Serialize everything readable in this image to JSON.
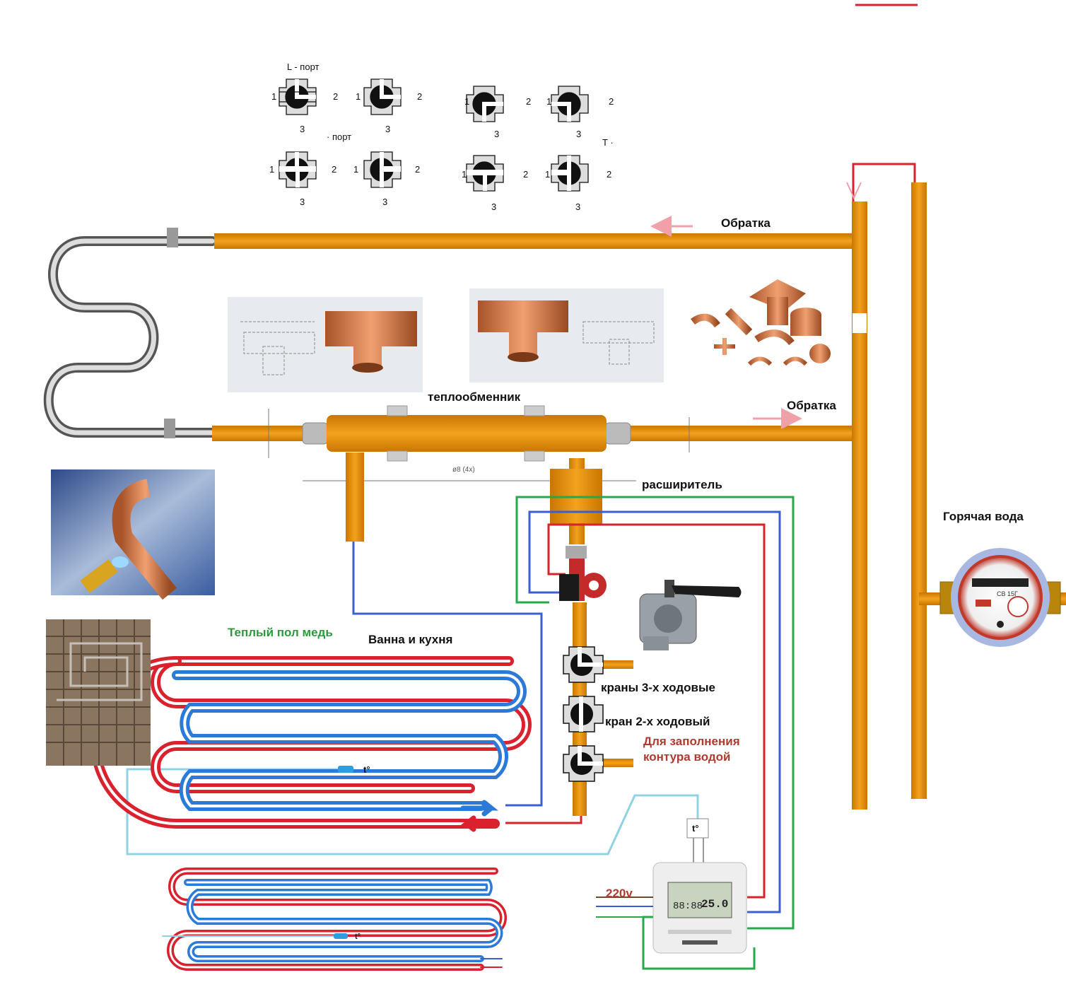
{
  "labels": {
    "l_port": "L - порт",
    "port": "· порт",
    "t_port": "T ·",
    "return_top": "Обратка",
    "return_mid": "Обратка",
    "heat_exchanger": "теплообменник",
    "expander": "расширитель",
    "hot_water": "Горячая вода",
    "warm_floor_copper": "Теплый пол медь",
    "bath_kitchen": "Ванна и кухня",
    "valves_3way": "краны 3-х ходовые",
    "valve_2way": "кран 2-х ходовый",
    "fill_circuit_1": "Для заполнения",
    "fill_circuit_2": "контура водой",
    "voltage": "220v",
    "sensor_t": "t°",
    "thermostat_time": "88:88",
    "thermostat_temp": "25.0",
    "meter_model": "СВ 15Г"
  },
  "port_numbers": {
    "one": "1",
    "two": "2",
    "three": "3"
  },
  "colors": {
    "pipe": "#e8910e",
    "pipe_dark": "#c47200",
    "hot": "#d9222e",
    "cold": "#2c7ad8",
    "wire_green": "#27a84a",
    "wire_blue": "#3b5fd0",
    "wire_red": "#d9222e",
    "wire_cyan": "#8fd3e3",
    "arrow_pink": "#f0a0a8",
    "label_green": "#2a9a3a",
    "label_brown": "#b03a2e"
  }
}
